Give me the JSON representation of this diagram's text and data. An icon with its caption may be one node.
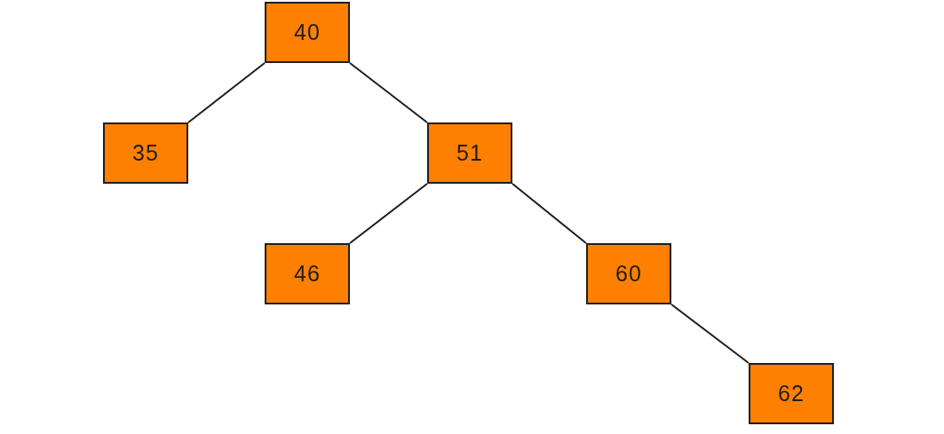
{
  "diagram": {
    "nodes": [
      {
        "text": [
          "40"
        ]
      },
      {
        "text": [
          "35"
        ]
      },
      {
        "text": [
          "51"
        ]
      },
      {
        "text": [
          "46"
        ]
      },
      {
        "text": [
          "60"
        ]
      },
      {
        "text": [
          "62"
        ]
      }
    ],
    "edges": [
      {
        "from": 0,
        "to": 1,
        "arrow": "none"
      },
      {
        "from": 0,
        "to": 2,
        "arrow": "none"
      },
      {
        "from": 2,
        "to": 3,
        "arrow": "none"
      },
      {
        "from": 2,
        "to": 4,
        "arrow": "none"
      },
      {
        "from": 4,
        "to": 5,
        "arrow": "none"
      }
    ]
  }
}
